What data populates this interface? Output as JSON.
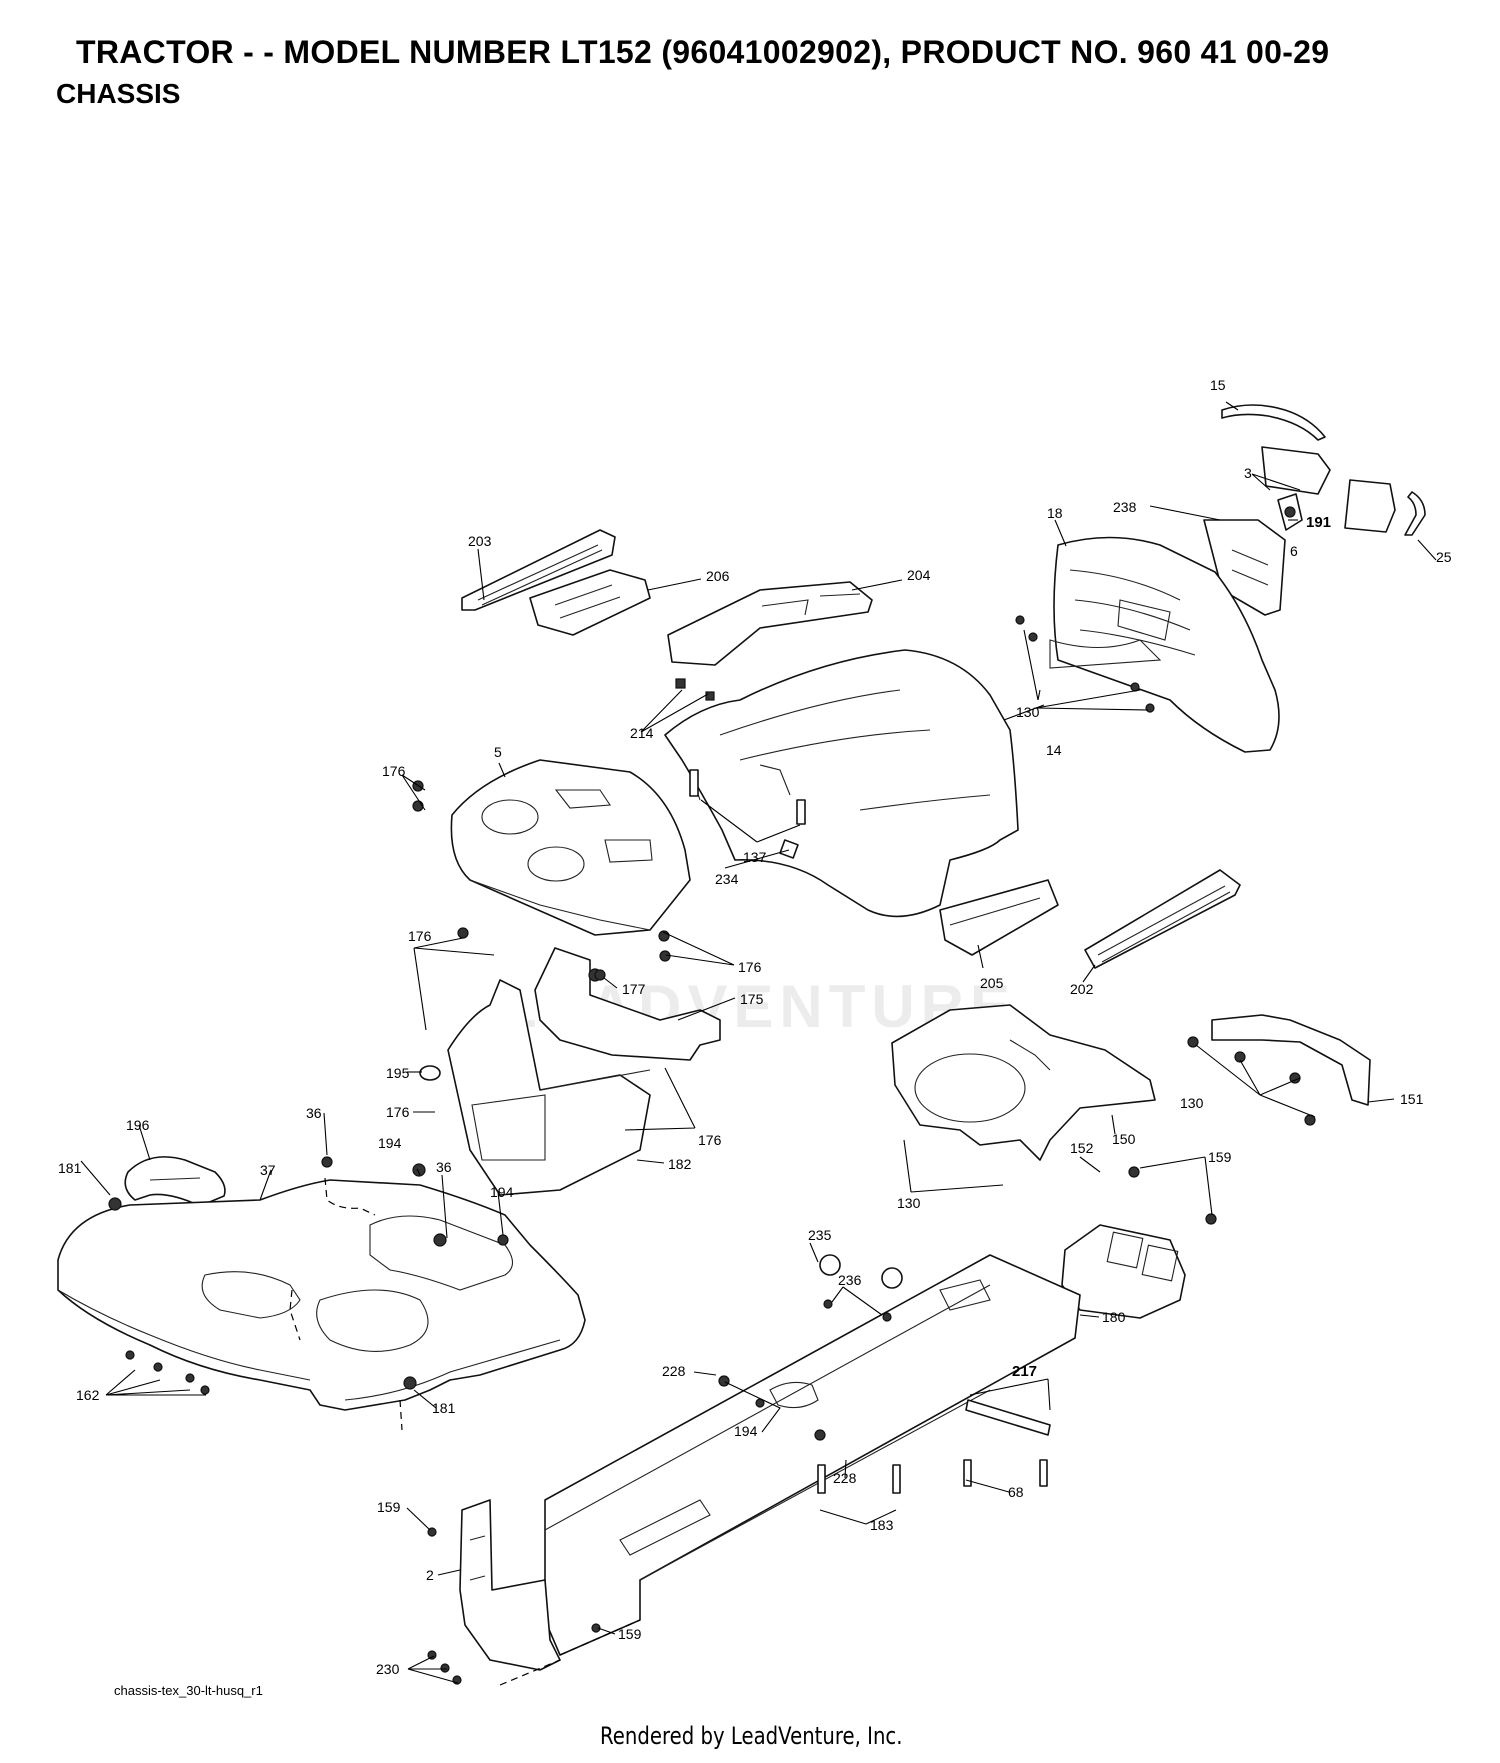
{
  "header": {
    "title": "TRACTOR - - MODEL NUMBER LT152 (96041002902), PRODUCT NO. 960 41 00-29",
    "subtitle": "CHASSIS"
  },
  "watermark": "LEADVENTURE",
  "callouts": {
    "c15": "15",
    "c3": "3",
    "c238": "238",
    "c191": "191",
    "c6": "6",
    "c25": "25",
    "c18": "18",
    "c203": "203",
    "c206": "206",
    "c204": "204",
    "c214": "214",
    "c130a": "130",
    "c14": "14",
    "c5": "5",
    "c176a": "176",
    "c137": "137",
    "c234": "234",
    "c176b": "176",
    "c176c": "176",
    "c177": "177",
    "c175": "175",
    "c205": "205",
    "c202": "202",
    "c195": "195",
    "c176d": "176",
    "c176e": "176",
    "c182": "182",
    "c130b": "130",
    "c151": "151",
    "c150": "150",
    "c130c": "130",
    "c196": "196",
    "c36a": "36",
    "c181a": "181",
    "c37": "37",
    "c194a": "194",
    "c36b": "36",
    "c194b": "194",
    "c152": "152",
    "c159a": "159",
    "c235": "235",
    "c236": "236",
    "c180": "180",
    "c162": "162",
    "c181b": "181",
    "c228a": "228",
    "c217": "217",
    "c194c": "194",
    "c228b": "228",
    "c68": "68",
    "c183": "183",
    "c159b": "159",
    "c2": "2",
    "c159c": "159",
    "c230": "230"
  },
  "footer": {
    "filename": "chassis-tex_30-lt-husq_r1",
    "rendered_by": "Rendered by LeadVenture, Inc."
  }
}
